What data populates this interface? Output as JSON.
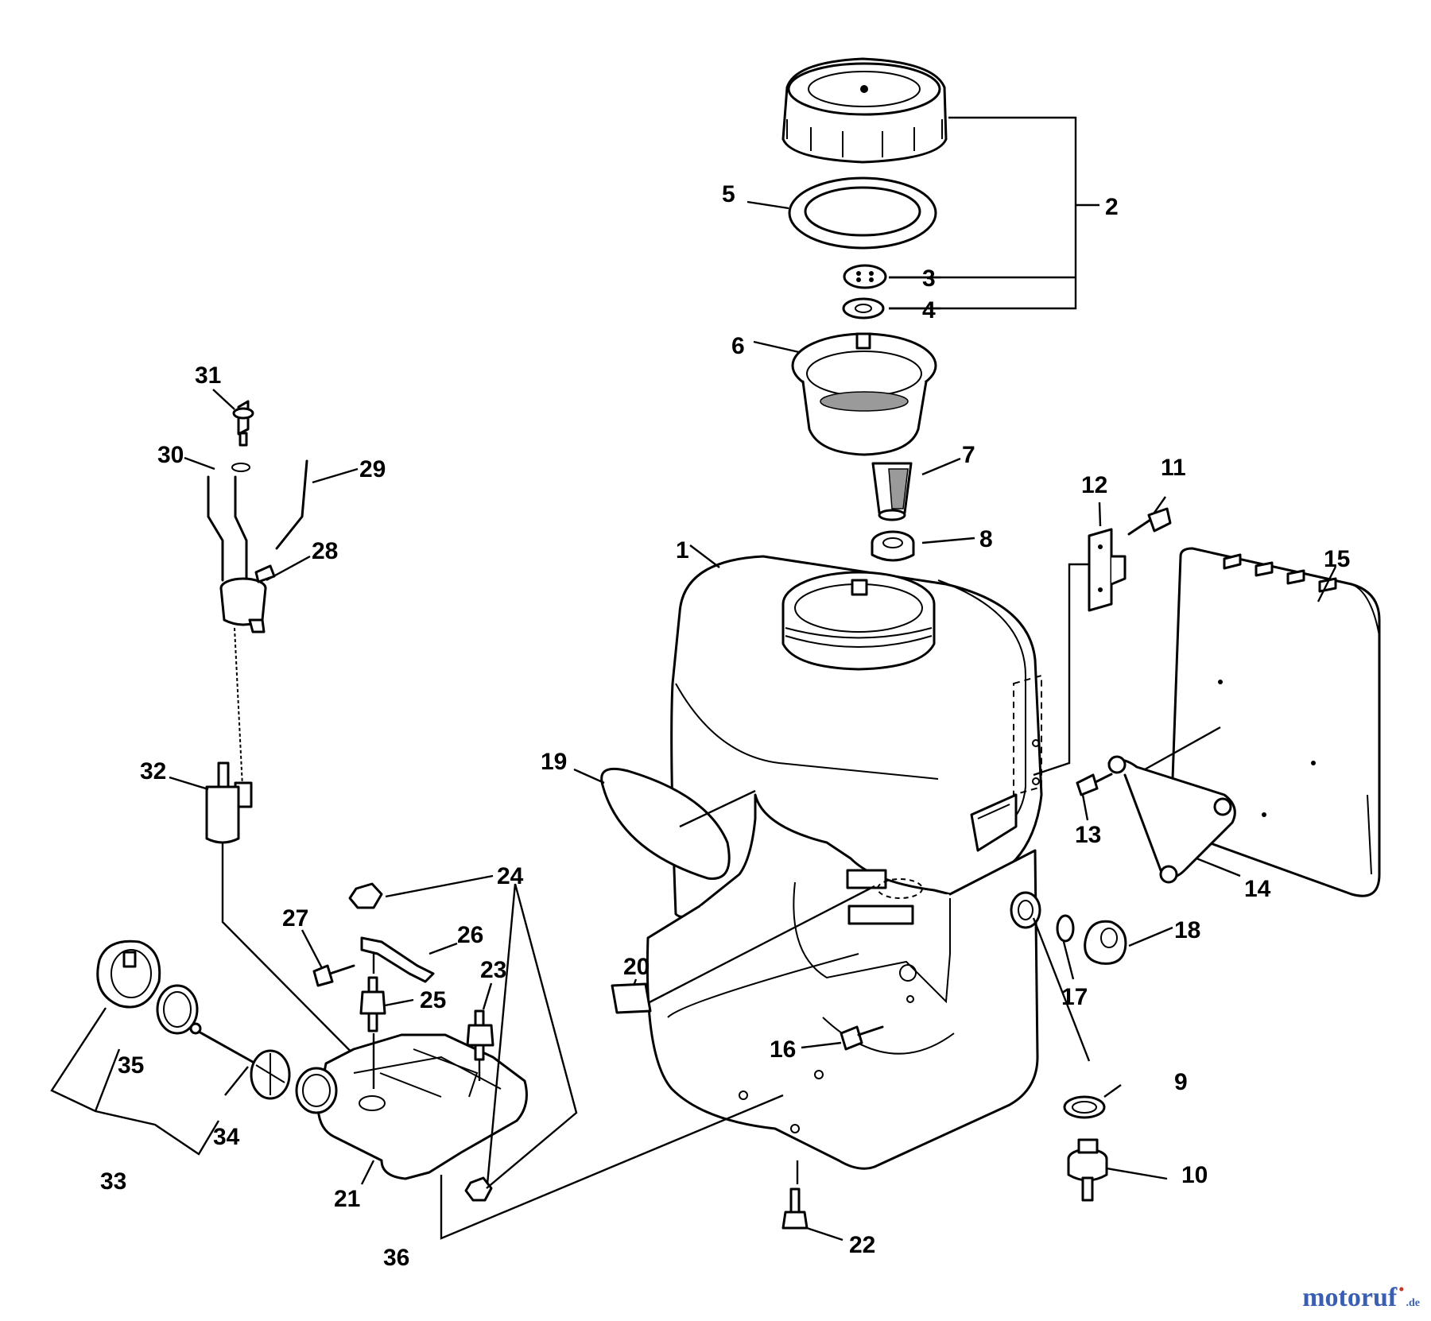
{
  "diagram": {
    "callouts": [
      "1",
      "2",
      "3",
      "4",
      "5",
      "6",
      "7",
      "8",
      "9",
      "10",
      "11",
      "12",
      "13",
      "14",
      "15",
      "16",
      "17",
      "18",
      "19",
      "20",
      "21",
      "22",
      "23",
      "24",
      "25",
      "26",
      "27",
      "28",
      "29",
      "30",
      "31",
      "32",
      "33",
      "34",
      "35",
      "36"
    ]
  },
  "watermark": {
    "main": "motoruf",
    "accent": "˙",
    "suffix": ".de",
    "colors": {
      "blue": "#3a5fb0",
      "red": "#c43a2a"
    }
  }
}
